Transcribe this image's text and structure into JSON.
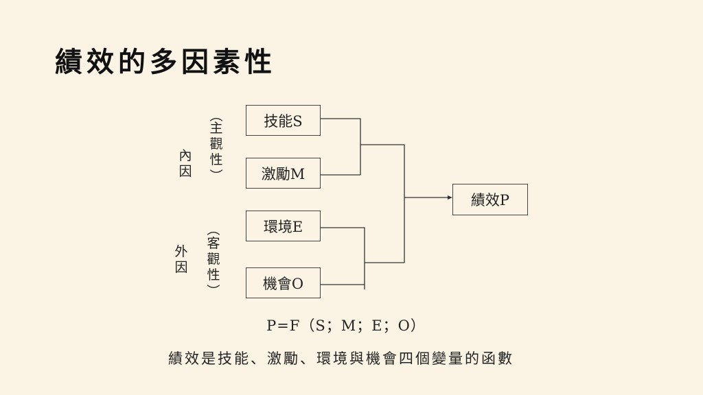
{
  "title": "績效的多因素性",
  "groups": {
    "internal": {
      "label": [
        "內",
        "因"
      ],
      "sub_label": [
        "主",
        "觀",
        "性"
      ],
      "open_bracket": "︵",
      "close_bracket": "︶"
    },
    "external": {
      "label": [
        "外",
        "因"
      ],
      "sub_label": [
        "客",
        "觀",
        "性"
      ],
      "open_bracket": "︵",
      "close_bracket": "︶"
    }
  },
  "factors": {
    "skill": "技能S",
    "motivation": "激勵M",
    "environment": "環境E",
    "opportunity": "機會O"
  },
  "result": "績效P",
  "formula": "P=F（S；M；E；O）",
  "caption": "績效是技能、激勵、環境與機會四個變量的函數",
  "colors": {
    "background": "#fbf4e4",
    "line": "#333333"
  }
}
